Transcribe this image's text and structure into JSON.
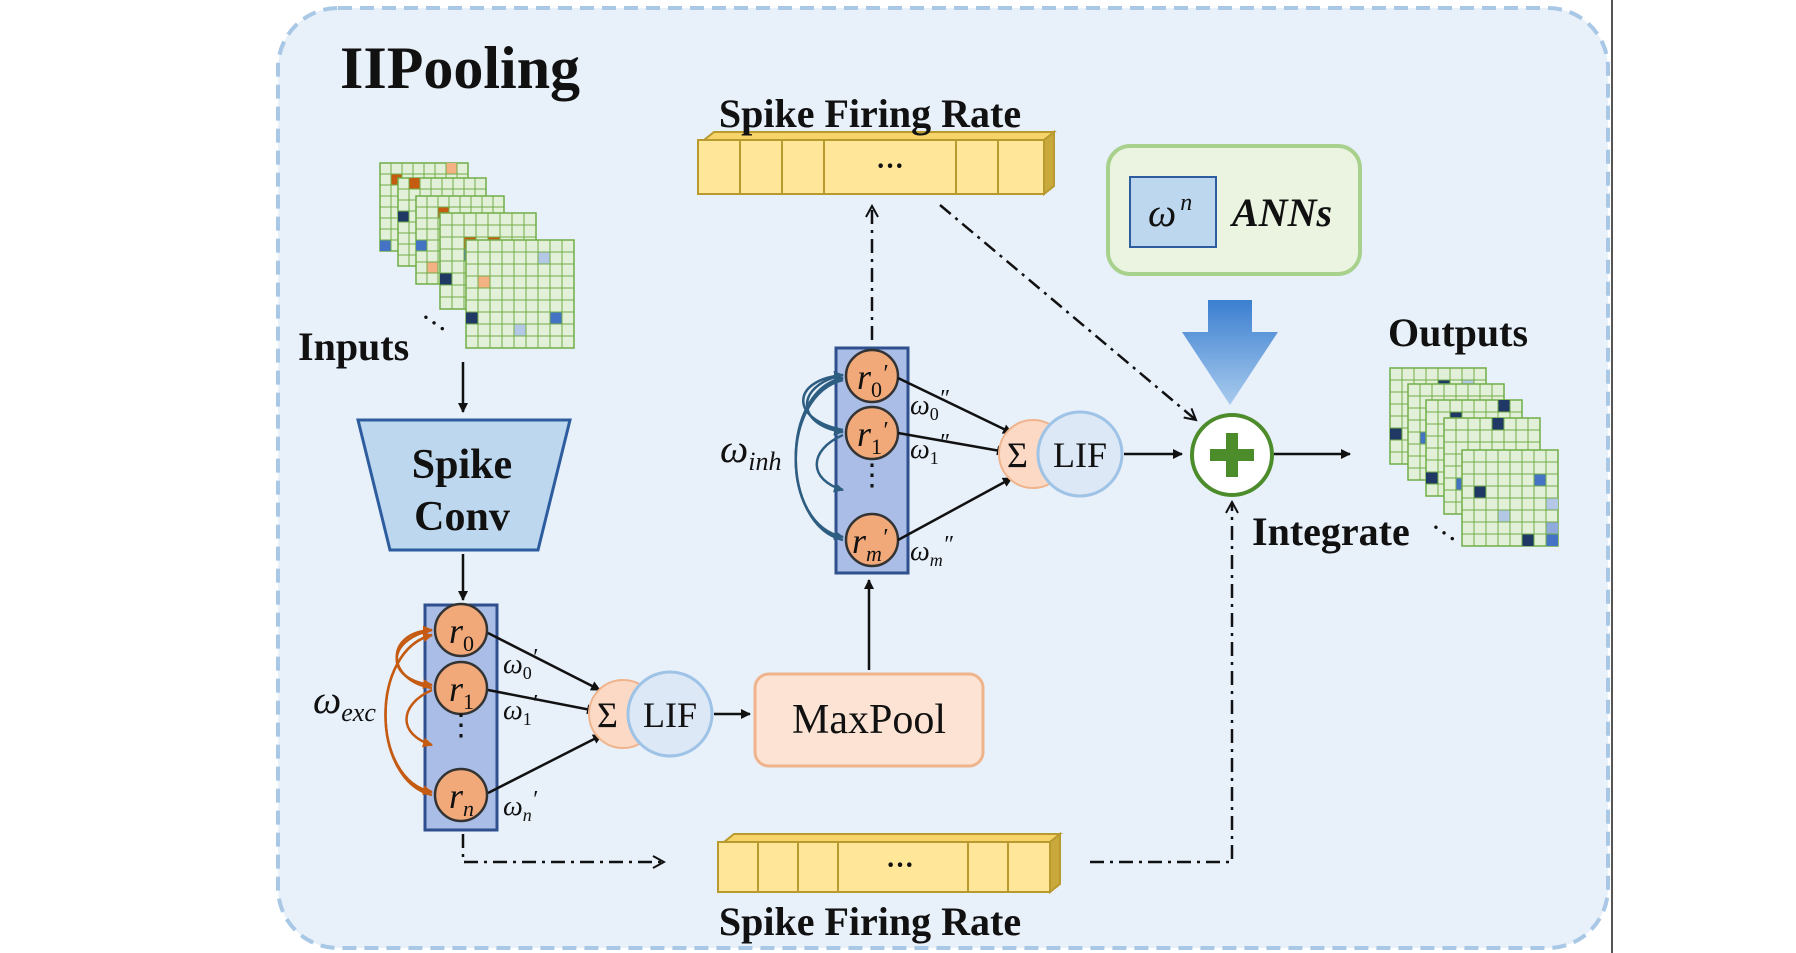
{
  "title": "IIPooling",
  "inputs_label": "Inputs",
  "outputs_label": "Outputs",
  "spike_conv": {
    "line1": "Spike",
    "line2": "Conv"
  },
  "maxpool_label": "MaxPool",
  "integrate_label": "Integrate",
  "spike_firing_rate_top": "Spike Firing Rate",
  "spike_firing_rate_bottom": "Spike Firing Rate",
  "ellipsis": "···",
  "ann_box": {
    "symbol": "ω",
    "superscript": "n",
    "label": "ANNs"
  },
  "lif_label": "LIF",
  "sigma": "Σ",
  "exc": {
    "w": "ω",
    "sub": "exc",
    "neurons": [
      {
        "base": "r",
        "sub": "0",
        "prime": ""
      },
      {
        "base": "r",
        "sub": "1",
        "prime": ""
      },
      {
        "base": "r",
        "sub": "n",
        "prime": ""
      }
    ],
    "weights": [
      {
        "base": "ω",
        "sub": "0",
        "prime": "′"
      },
      {
        "base": "ω",
        "sub": "1",
        "prime": "′"
      },
      {
        "base": "ω",
        "sub": "n",
        "prime": "′"
      }
    ]
  },
  "inh": {
    "w": "ω",
    "sub": "inh",
    "neurons": [
      {
        "base": "r",
        "sub": "0",
        "prime": "′"
      },
      {
        "base": "r",
        "sub": "1",
        "prime": "′"
      },
      {
        "base": "r",
        "sub": "m",
        "prime": "′"
      }
    ],
    "weights": [
      {
        "base": "ω",
        "sub": "0",
        "prime": "″"
      },
      {
        "base": "ω",
        "sub": "1",
        "prime": "″"
      },
      {
        "base": "ω",
        "sub": "m",
        "prime": "″"
      }
    ]
  },
  "colors": {
    "panel_bg": "#e8f0fa",
    "panel_border": "#a8c8e6",
    "neuron_fill": "#f2a97a",
    "neuron_stroke": "#333333",
    "column_fill": "#a9bde6",
    "column_stroke": "#2f4f8f",
    "lif_fill": "#dce8f5",
    "lif_stroke": "#9ec3e6",
    "sigma_fill": "#fbd9c4",
    "maxpool_fill": "#fde3d3",
    "maxpool_stroke": "#f0b48c",
    "conv_fill": "#bdd7ee",
    "conv_stroke": "#2e5d9f",
    "bar_fill": "#ffe699",
    "bar_stroke": "#b89a2e",
    "grid_fill": "#e2f0d9",
    "grid_line": "#70ad47",
    "ann_border": "#a9d18e",
    "ann_inner": "#bdd7ee",
    "plus_green": "#4c8c2b",
    "down_arrow": "#4f8fd6",
    "exc_arrow": "#c55a11",
    "inh_arrow": "#2e5d82"
  }
}
